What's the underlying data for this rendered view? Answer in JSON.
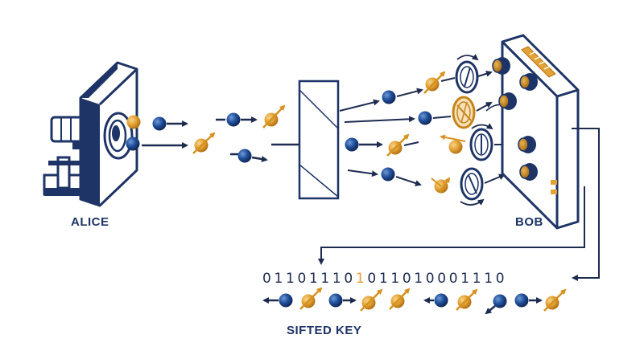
{
  "labels": {
    "sender": "ALICE",
    "receiver": "BOB",
    "key_title": "SIFTED KEY"
  },
  "key_bits": [
    "0",
    "1",
    "1",
    "0",
    "1",
    "1",
    "1",
    "0",
    "1",
    "0",
    "1",
    "1",
    "0",
    "1",
    "0",
    "0",
    "0",
    "1",
    "1",
    "1",
    "0"
  ],
  "highlighted_bit_index": 8,
  "colors": {
    "navy": "#1e3466",
    "ink": "#1d2b4f",
    "photon_blue": "#1f4f9a",
    "photon_orange": "#e3a235",
    "bit_highlight": "#e3a235"
  }
}
